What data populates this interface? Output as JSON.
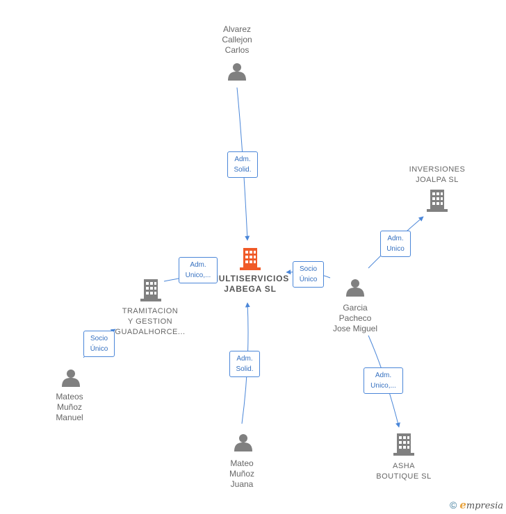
{
  "colors": {
    "edge": "#4a86d8",
    "person": "#808080",
    "company": "#808080",
    "main_company": "#f05a28"
  },
  "nodes": {
    "main": {
      "name_lines": [
        "MULTISERVICIOS",
        "JABEGA  SL"
      ],
      "icon": "building-icon",
      "highlighted": true
    },
    "alvarez": {
      "name_lines": [
        "Alvarez",
        "Callejon",
        "Carlos"
      ],
      "icon": "person-icon"
    },
    "inversiones": {
      "name_lines": [
        "INVERSIONES",
        "JOALPA  SL"
      ],
      "icon": "building-icon"
    },
    "tramitacion": {
      "name_lines": [
        "TRAMITACION",
        "Y GESTION",
        "GUADALHORCE..."
      ],
      "icon": "building-icon"
    },
    "garcia": {
      "name_lines": [
        "Garcia",
        "Pacheco",
        "Jose Miguel"
      ],
      "icon": "person-icon"
    },
    "mateos_manuel": {
      "name_lines": [
        "Mateos",
        "Muñoz",
        "Manuel"
      ],
      "icon": "person-icon"
    },
    "mateo_juana": {
      "name_lines": [
        "Mateo",
        "Muñoz",
        "Juana"
      ],
      "icon": "person-icon"
    },
    "asha": {
      "name_lines": [
        "ASHA",
        "BOUTIQUE  SL"
      ],
      "icon": "building-icon"
    }
  },
  "edges": {
    "alvarez_main": {
      "label_lines": [
        "Adm.",
        "Solid."
      ]
    },
    "garcia_main": {
      "label_lines": [
        "Socio",
        "Único"
      ]
    },
    "garcia_inversiones": {
      "label_lines": [
        "Adm.",
        "Unico"
      ]
    },
    "main_tramitacion": {
      "label_lines": [
        "Adm.",
        "Unico,..."
      ]
    },
    "mateos_tramitacion": {
      "label_lines": [
        "Socio",
        "Único"
      ]
    },
    "juana_main": {
      "label_lines": [
        "Adm.",
        "Solid."
      ]
    },
    "garcia_asha": {
      "label_lines": [
        "Adm.",
        "Unico,..."
      ]
    }
  },
  "footer": {
    "copyright_symbol": "©",
    "brand_initial": "e",
    "brand_rest": "mpresia"
  }
}
